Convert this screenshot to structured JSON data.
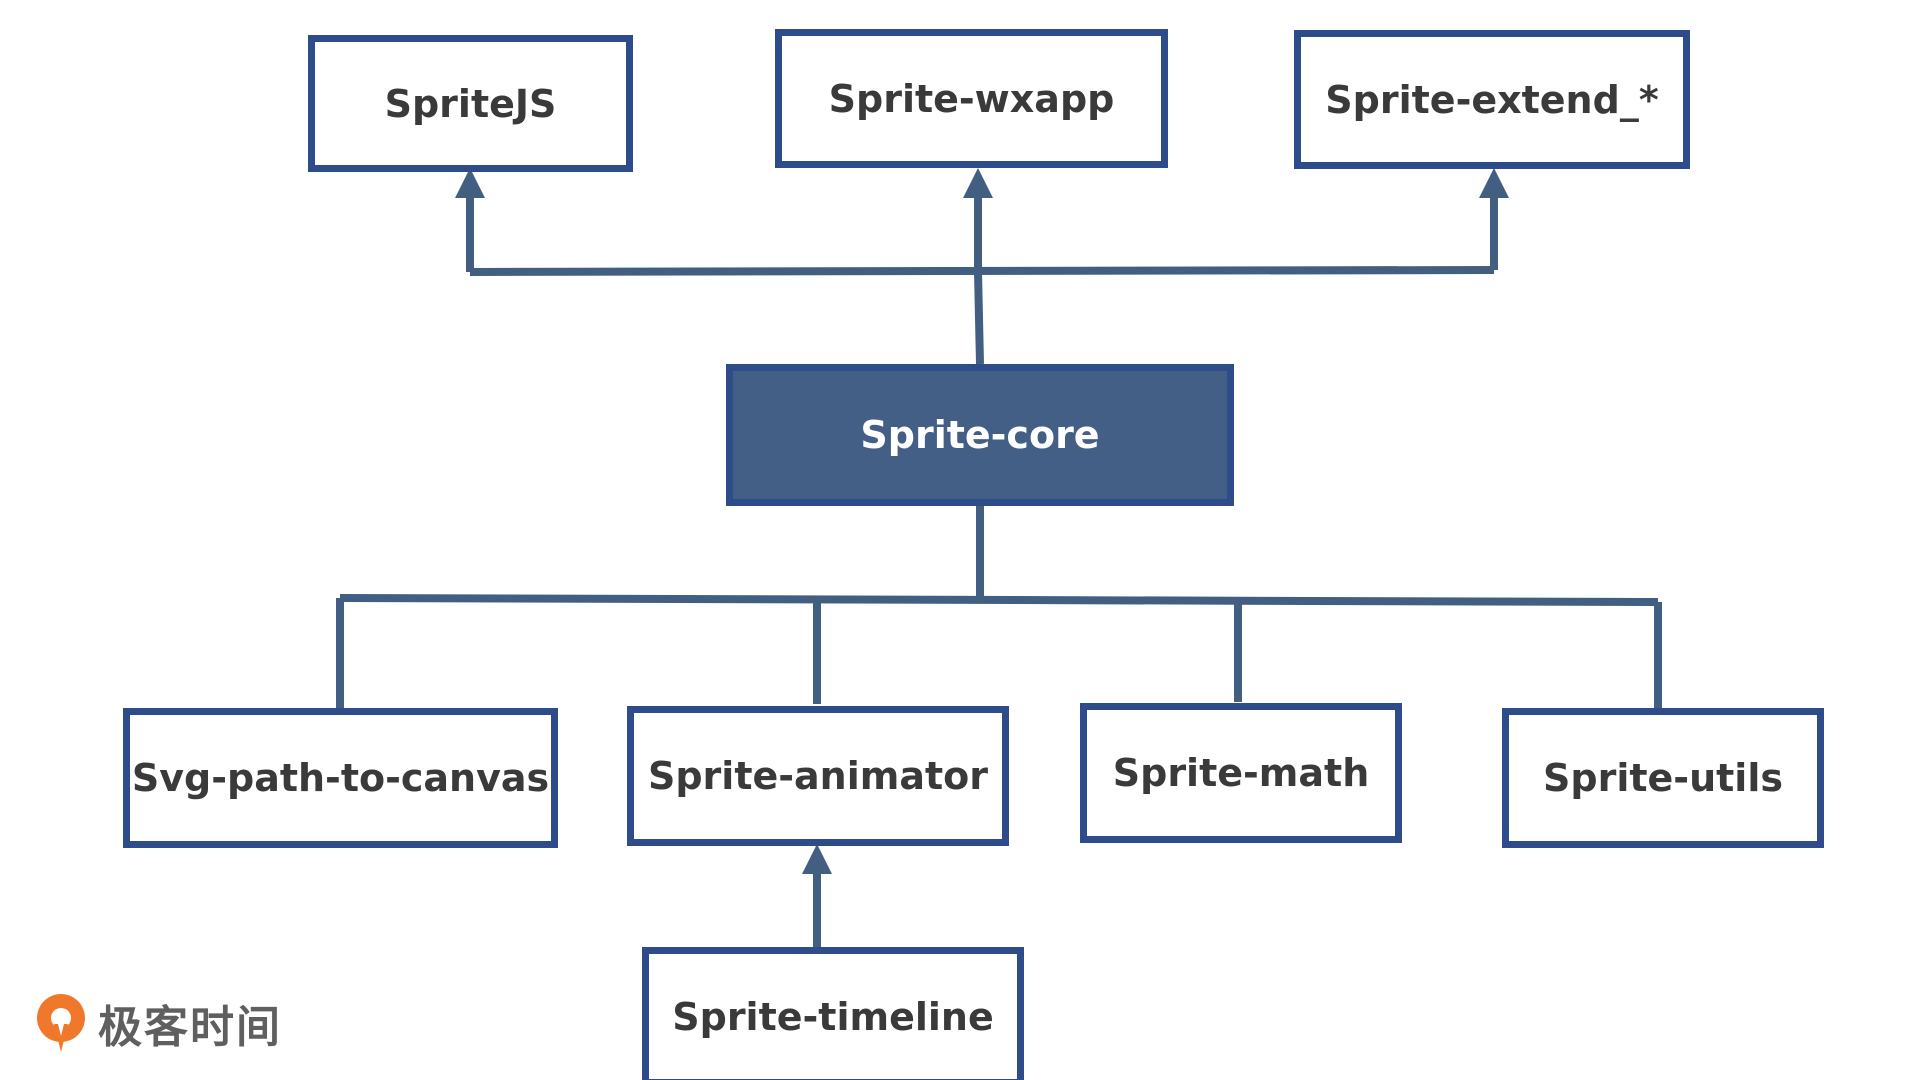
{
  "diagram": {
    "nodes": {
      "spritejs": "SpriteJS",
      "wxapp": "Sprite-wxapp",
      "extend": "Sprite-extend_*",
      "core": "Sprite-core",
      "svg_path": "Svg-path-to-canvas",
      "animator": "Sprite-animator",
      "math": "Sprite-math",
      "utils": "Sprite-utils",
      "timeline": "Sprite-timeline"
    },
    "edges": [
      {
        "from": "core",
        "to": "spritejs",
        "arrow": true
      },
      {
        "from": "core",
        "to": "wxapp",
        "arrow": true
      },
      {
        "from": "core",
        "to": "extend",
        "arrow": true
      },
      {
        "from": "core",
        "to": "svg_path",
        "arrow": false
      },
      {
        "from": "core",
        "to": "animator",
        "arrow": false
      },
      {
        "from": "core",
        "to": "math",
        "arrow": false
      },
      {
        "from": "core",
        "to": "utils",
        "arrow": false
      },
      {
        "from": "timeline",
        "to": "animator",
        "arrow": true
      }
    ],
    "colors": {
      "border": "#2e4c8a",
      "line": "#425f82",
      "core_fill": "#445f85",
      "logo_orange": "#f0782a"
    }
  },
  "branding": {
    "logo_text": "极客时间",
    "logo_icon": "geektime-logo-icon"
  }
}
